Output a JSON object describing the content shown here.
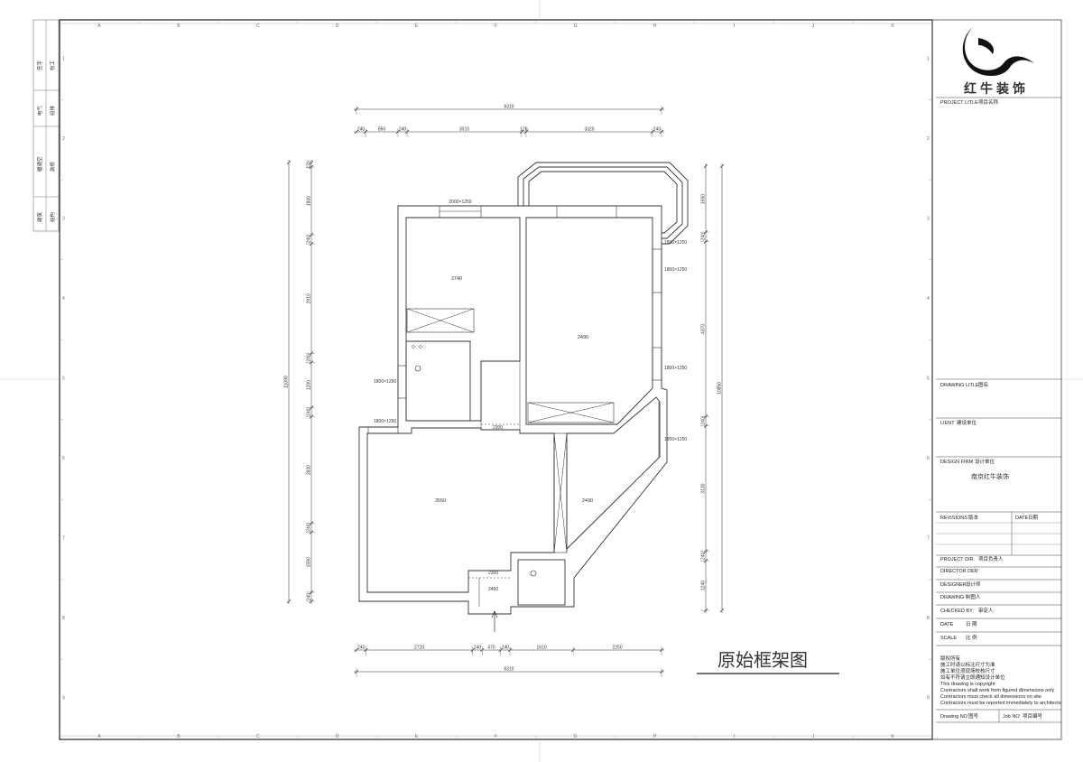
{
  "sheet": {
    "title": "原始框架图",
    "grid_cols": [
      "A",
      "B",
      "C",
      "D",
      "E",
      "F",
      "G",
      "H",
      "I",
      "J",
      "K"
    ],
    "grid_rows": [
      "1",
      "2",
      "3",
      "4",
      "5",
      "6",
      "7",
      "8",
      "9"
    ]
  },
  "left_strip": [
    {
      "a": "签字",
      "b": "校工"
    },
    {
      "a": "电气",
      "b": "给排"
    },
    {
      "a": "暖通空",
      "b": "装修"
    },
    {
      "a": "建筑",
      "b": "结构"
    }
  ],
  "dimensions": {
    "top_total": "6310",
    "top_segments": [
      "240",
      "850",
      "240",
      "3010",
      "120",
      "3320",
      "240"
    ],
    "bottom_total": "6310",
    "bottom_segments": [
      "240",
      "2720",
      "240",
      "470",
      "240",
      "1610",
      "2250"
    ],
    "left_total": "11090",
    "left_segments": [
      "120",
      "1800",
      "240",
      "2910",
      "240",
      "1200",
      "240",
      "2830",
      "240",
      "1590",
      "240"
    ],
    "right_total": "10850",
    "right_segments": [
      "1650",
      "240",
      "4370",
      "240",
      "3130",
      "240",
      "1240"
    ]
  },
  "plan": {
    "room_bed1": "2740",
    "room_bed2": "2490",
    "room_living": "3550",
    "room_dining": "2490",
    "win_top": "2000×1250",
    "win_right_1": "1800×1250",
    "win_right_2": "1800×1250",
    "win_right_3": "1800×1250",
    "win_right_4": "1800×1250",
    "win_left_1": "1800×1250",
    "win_left_2": "1800×1250",
    "door_1": "2300",
    "door_2": "2450",
    "door_3": "2300"
  },
  "title_block": {
    "logo_text": "红牛装饰",
    "project_title_label": "PROJECT LITLE",
    "project_title_cn": "项目名称",
    "drawing_title_label": "DRAWING LITLE",
    "drawing_title_cn": "图名",
    "client_label": "LIENT",
    "client_cn": "建设单位",
    "design_firm_label": "DESIGN FIRM",
    "design_firm_cn": "设计单位",
    "design_firm_name": "南京红牛装饰",
    "revisions_label": "REVISIONS",
    "revisions_cn": "版本",
    "date_label": "DATE",
    "date_cn": "日期",
    "project_dir_label": "PROJECT DIR",
    "project_dir_cn": "项目负责人",
    "director_label": "DIRECTOR DER",
    "designer_label": "DESIGNER",
    "designer_cn": "设计师",
    "drawing_label": "DRAWING",
    "drawing_cn": "制图人",
    "checked_label": "CHECKED BY",
    "checked_cn": "审定人",
    "date2_label": "DATE",
    "date2_cn": "日  期",
    "scale_label": "SCALE",
    "scale_cn": "比  例",
    "notes": [
      "版权所有",
      "施工时请以标注尺寸为准",
      "施工单位须现场校核尺寸",
      "如有不符请立即通知设计单位",
      "This drawing is copyright",
      "Contractors shall work from figured dimensions only",
      "Contractors must check all dimensions on site",
      "Contractors must be reported immediately to architects"
    ],
    "drawing_no_label": "Drawing NO",
    "drawing_no_cn": "图号",
    "job_no_label": "Job NO",
    "job_no_cn": "项目编号"
  }
}
